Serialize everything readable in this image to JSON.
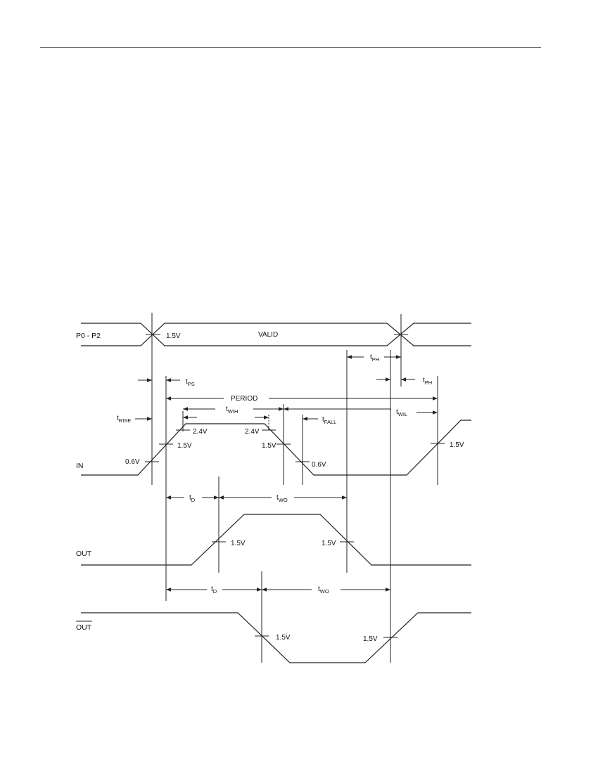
{
  "signals": {
    "p0_p2": "P0 - P2",
    "in": "IN",
    "out": "OUT",
    "out_bar": "OUT"
  },
  "bus": {
    "valid": "VALID"
  },
  "voltages": {
    "v15": "1.5V",
    "v24": "2.4V",
    "v06": "0.6V"
  },
  "timing": {
    "t": "t",
    "ps_sub": "PS",
    "ph_sub": "PH",
    "period": "PERIOD",
    "wih_sub": "WIH",
    "wil_sub": "WIL",
    "rise_sub": "RISE",
    "fall_sub": "FALL",
    "d_sub": "D",
    "wo_sub": "WO"
  }
}
